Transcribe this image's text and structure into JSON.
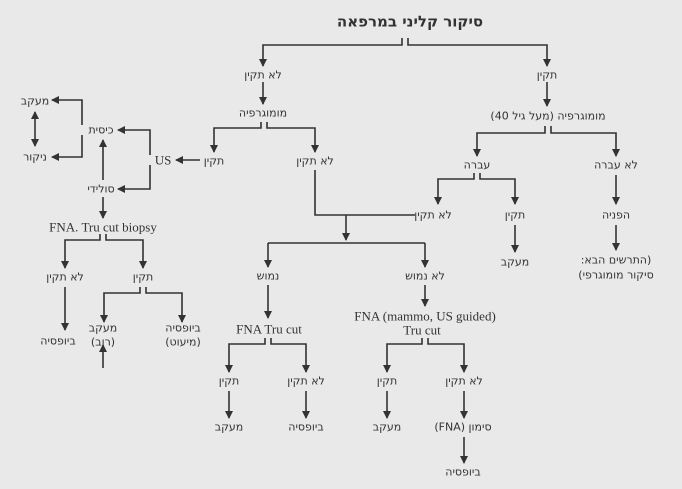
{
  "title": "סיקור קליני במרפאה",
  "normal": "תקין",
  "abnormal": "לא תקין",
  "mammography": "מומוגרפיה",
  "mammography_over40": "מומוגרפיה (מעל גיל 40)",
  "past": "עברה",
  "not_past": "לא עברה",
  "referral": "הפניה",
  "followup": "מעקב",
  "next_chart_1": "(התרשים הבא:",
  "next_chart_2": "סיקור מומוגרפי)",
  "palpable": "נמוש",
  "not_palpable": "לא נמוש",
  "fna_trucut": "FNA Tru cut",
  "fna_guided_1": "FNA (mammo, US guided)",
  "fna_guided_2": "Tru cut",
  "biopsy": "ביופסיה",
  "marking_fna": "סימון (FNA)",
  "us": "US",
  "cystic": "כיסית",
  "solid": "סולידי",
  "aspiration": "ניקור",
  "fna_trucut_biopsy": "FNA. Tru cut biopsy",
  "followup_majority": "(רוב)",
  "biopsy_minority": "(מיעוט)",
  "colors": {
    "background": "#e9e9e9",
    "line": "#333333"
  }
}
